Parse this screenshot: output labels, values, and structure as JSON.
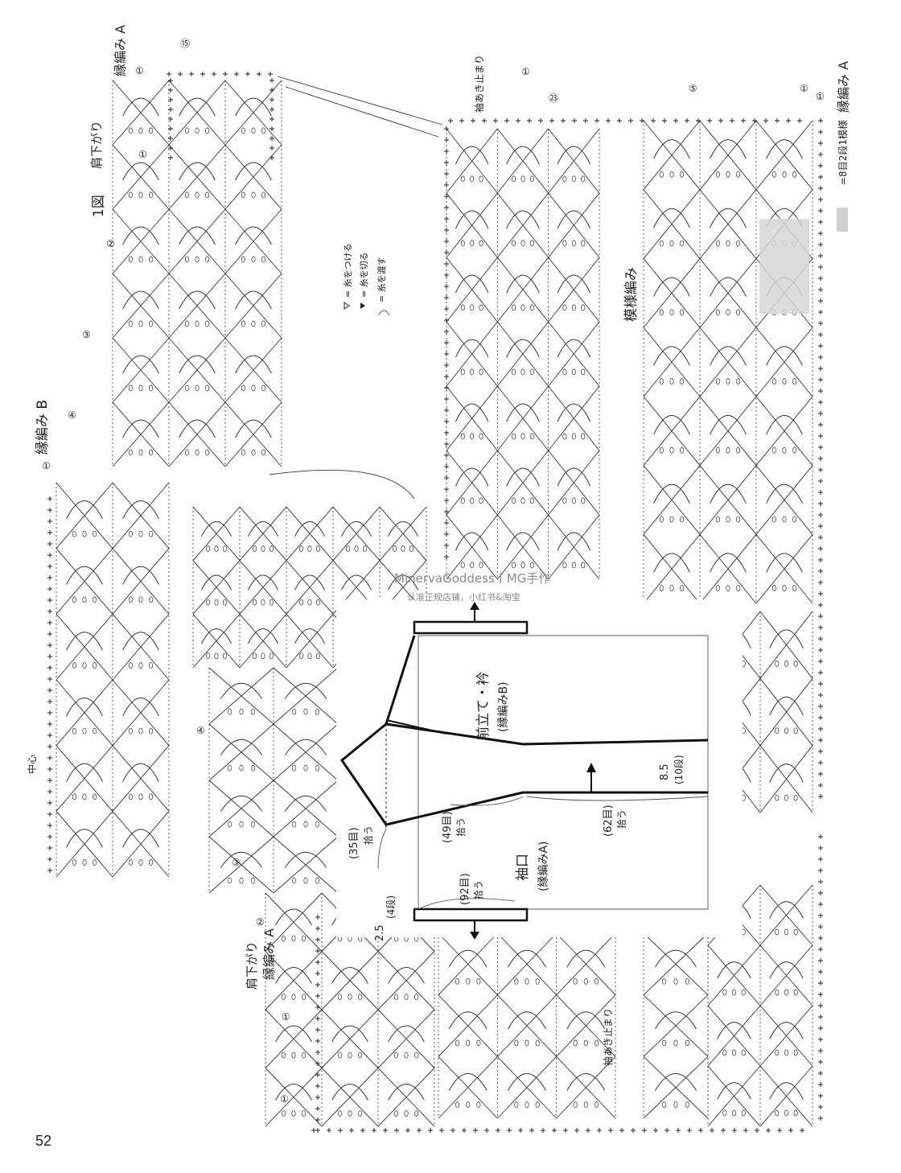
{
  "page_number": "52",
  "figure": {
    "title": "1図",
    "shoulder_label": "肩下がり",
    "center_label": "中心",
    "pattern_label": "模様編み",
    "edge_a": "縁編み A",
    "edge_b": "縁編み B",
    "sleeve_stop": "袖あき止まり",
    "repeat_note": "=8目2段1模様"
  },
  "row_markers": [
    "①",
    "②",
    "③",
    "④",
    "⑤",
    "⑮",
    "㉓"
  ],
  "legend": {
    "attach": "= 糸をつける",
    "cut": "= 糸を切る",
    "carry": "= 糸を渡す"
  },
  "inset": {
    "front_band": "前立て・衿",
    "front_band_sub": "(縁編みB)",
    "cuff": "袖口",
    "cuff_sub": "(縁編みA)",
    "pick_35": "(35目)",
    "pick_49": "(49目)",
    "pick_62": "(62目)",
    "pick_92": "(92目)",
    "pick_word": "拾う",
    "rows_85": "8.5",
    "rows_85_sub": "(10段)",
    "rows_25": "2.5",
    "rows_25_sub": "(4段)"
  },
  "watermark": {
    "line1": "MinervaGoddess丨MG手作",
    "line2": "认准正规店铺，小红书&淘宝"
  },
  "colors": {
    "ink": "#333333",
    "shade": "#d6d6d6"
  }
}
